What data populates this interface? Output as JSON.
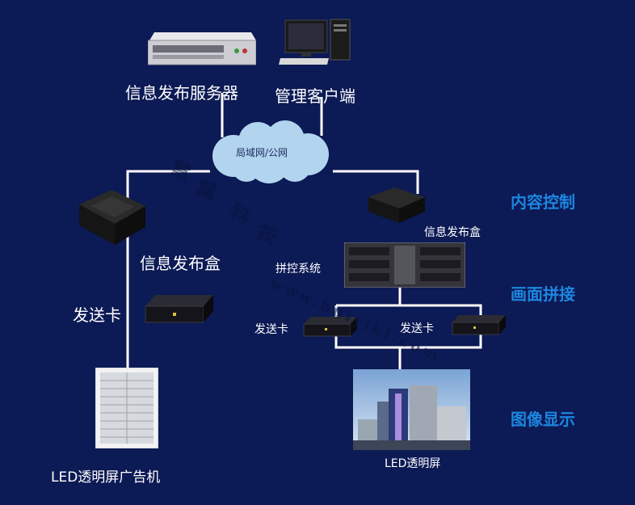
{
  "labels": {
    "server": "信息发布服务器",
    "client": "管理客户端",
    "network": "局域网/公网",
    "box_left": "信息发布盒",
    "box_right": "信息发布盒",
    "splicer": "拼控系统",
    "card_left": "发送卡",
    "card_mid": "发送卡",
    "card_right": "发送卡",
    "led_ad": "LED透明屏广告机",
    "led_screen": "LED透明屏"
  },
  "sections": {
    "content_control": "内容控制",
    "picture_splicing": "画面拼接",
    "image_display": "图像显示"
  },
  "watermark": {
    "chars": [
      "慧",
      "翼",
      "科",
      "技"
    ],
    "url": "www.huiyiki.com"
  },
  "colors": {
    "background": "#0c1a55",
    "accent": "#1d86e0",
    "line": "#ffffff"
  }
}
